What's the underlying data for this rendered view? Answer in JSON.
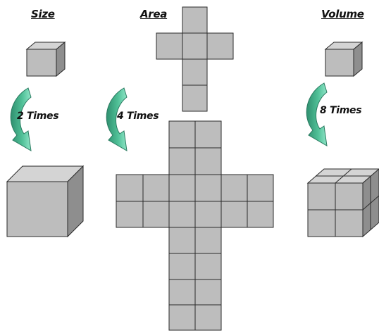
{
  "headings": {
    "size": "Size",
    "area": "Area",
    "volume": "Volume"
  },
  "multipliers": {
    "size": "2 Times",
    "area": "4 Times",
    "volume": "8 Times"
  },
  "colors": {
    "face_front": "#bdbdbd",
    "face_top": "#d4d4d4",
    "face_side": "#8e8e8e",
    "grid_line": "#2a2a2a",
    "arrow_dark": "#2f8f6f",
    "arrow_light": "#6fd6b4"
  },
  "icons": {
    "arrow": "curved-down-arrow-icon",
    "cube": "cube-icon"
  }
}
